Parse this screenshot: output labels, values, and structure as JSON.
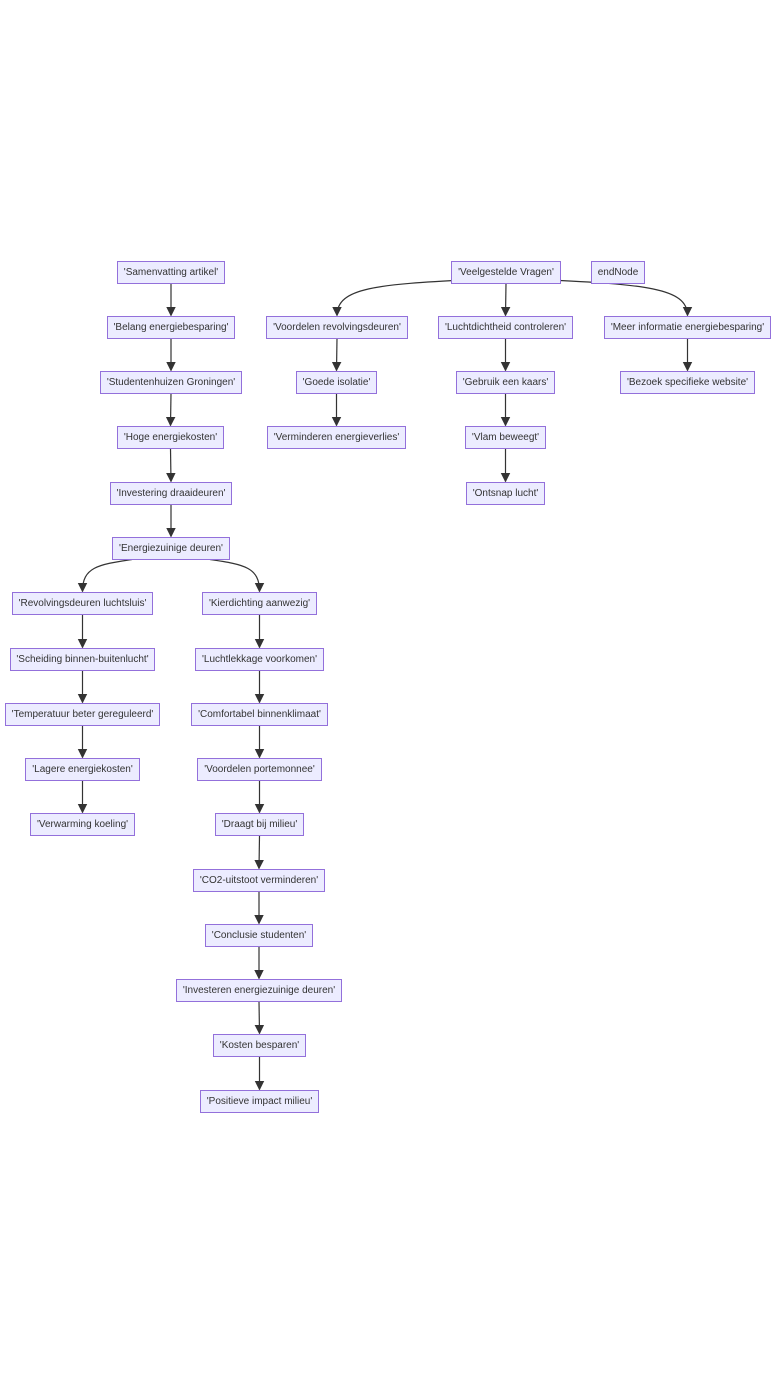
{
  "colors": {
    "node_fill": "#ECECFF",
    "node_stroke": "#9370DB",
    "edge": "#333333",
    "text": "#333333"
  },
  "nodes": [
    {
      "id": "n1",
      "label": "'Samenvatting artikel'"
    },
    {
      "id": "n2",
      "label": "'Belang energiebesparing'"
    },
    {
      "id": "n3",
      "label": "'Studentenhuizen Groningen'"
    },
    {
      "id": "n4",
      "label": "'Hoge energiekosten'"
    },
    {
      "id": "n5",
      "label": "'Investering draaideuren'"
    },
    {
      "id": "n6",
      "label": "'Energiezuinige deuren'"
    },
    {
      "id": "n7",
      "label": "'Revolvingsdeuren luchtsluis'"
    },
    {
      "id": "n8",
      "label": "'Scheiding binnen-buitenlucht'"
    },
    {
      "id": "n9",
      "label": "'Temperatuur beter gereguleerd'"
    },
    {
      "id": "n10",
      "label": "'Lagere energiekosten'"
    },
    {
      "id": "n11",
      "label": "'Verwarming koeling'"
    },
    {
      "id": "k1",
      "label": "'Kierdichting aanwezig'"
    },
    {
      "id": "k2",
      "label": "'Luchtlekkage voorkomen'"
    },
    {
      "id": "k3",
      "label": "'Comfortabel binnenklimaat'"
    },
    {
      "id": "k4",
      "label": "'Voordelen portemonnee'"
    },
    {
      "id": "k5",
      "label": "'Draagt bij milieu'"
    },
    {
      "id": "k6",
      "label": "'CO2-uitstoot verminderen'"
    },
    {
      "id": "k7",
      "label": "'Conclusie studenten'"
    },
    {
      "id": "k8",
      "label": "'Investeren energiezuinige deuren'"
    },
    {
      "id": "k9",
      "label": "'Kosten besparen'"
    },
    {
      "id": "k10",
      "label": "'Positieve impact milieu'"
    },
    {
      "id": "v",
      "label": "'Veelgestelde Vragen'"
    },
    {
      "id": "end",
      "label": "endNode"
    },
    {
      "id": "vr",
      "label": "'Voordelen revolvingsdeuren'"
    },
    {
      "id": "gi",
      "label": "'Goede isolatie'"
    },
    {
      "id": "ve",
      "label": "'Verminderen energieverlies'"
    },
    {
      "id": "lc",
      "label": "'Luchtdichtheid controleren'"
    },
    {
      "id": "gk",
      "label": "'Gebruik een kaars'"
    },
    {
      "id": "vb",
      "label": "'Vlam beweegt'"
    },
    {
      "id": "ol",
      "label": "'Ontsnap lucht'"
    },
    {
      "id": "mi",
      "label": "'Meer informatie energiebesparing'"
    },
    {
      "id": "bw",
      "label": "'Bezoek specifieke website'"
    }
  ],
  "edges": [
    [
      "n1",
      "n2"
    ],
    [
      "n2",
      "n3"
    ],
    [
      "n3",
      "n4"
    ],
    [
      "n4",
      "n5"
    ],
    [
      "n5",
      "n6"
    ],
    [
      "n6",
      "n7"
    ],
    [
      "n7",
      "n8"
    ],
    [
      "n8",
      "n9"
    ],
    [
      "n9",
      "n10"
    ],
    [
      "n10",
      "n11"
    ],
    [
      "n6",
      "k1"
    ],
    [
      "k1",
      "k2"
    ],
    [
      "k2",
      "k3"
    ],
    [
      "k3",
      "k4"
    ],
    [
      "k4",
      "k5"
    ],
    [
      "k5",
      "k6"
    ],
    [
      "k6",
      "k7"
    ],
    [
      "k7",
      "k8"
    ],
    [
      "k8",
      "k9"
    ],
    [
      "k9",
      "k10"
    ],
    [
      "v",
      "vr"
    ],
    [
      "vr",
      "gi"
    ],
    [
      "gi",
      "ve"
    ],
    [
      "v",
      "lc"
    ],
    [
      "lc",
      "gk"
    ],
    [
      "gk",
      "vb"
    ],
    [
      "vb",
      "ol"
    ],
    [
      "v",
      "mi"
    ],
    [
      "mi",
      "bw"
    ]
  ]
}
